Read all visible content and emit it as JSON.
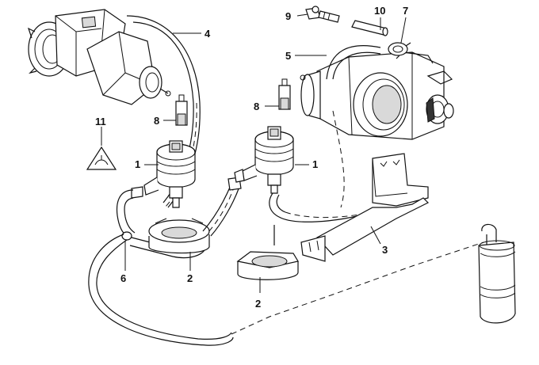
{
  "diagram": {
    "callouts": {
      "c1a": "1",
      "c1b": "1",
      "c2a": "2",
      "c2b": "2",
      "c3": "3",
      "c4": "4",
      "c5": "5",
      "c6": "6",
      "c7": "7",
      "c8a": "8",
      "c8b": "8",
      "c9": "9",
      "c10": "10",
      "c11": "11"
    }
  }
}
